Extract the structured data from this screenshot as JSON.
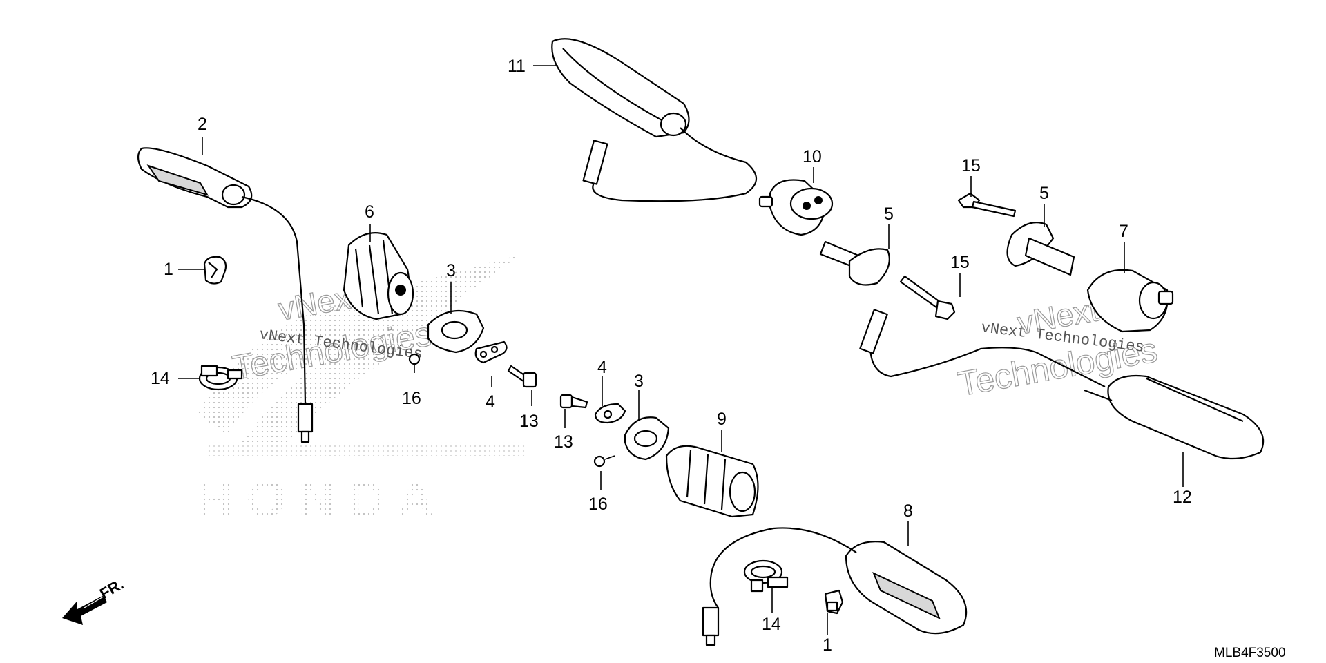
{
  "diagram": {
    "code": "MLB4F3500",
    "direction_label": "FR.",
    "watermark_brand": "HONDA",
    "watermark_text": "vNext Technologies",
    "watermark_line1": "vNext",
    "watermark_line2": "Technologies",
    "callouts": {
      "c1a": "1",
      "c2": "2",
      "c6": "6",
      "c3a": "3",
      "c14a": "14",
      "c16a": "16",
      "c4a": "4",
      "c13a": "13",
      "c4b": "4",
      "c3b": "3",
      "c13b": "13",
      "c9": "9",
      "c16b": "16",
      "c11": "11",
      "c10": "10",
      "c5a": "5",
      "c15a": "15",
      "c5b": "5",
      "c7": "7",
      "c15b": "15",
      "c12": "12",
      "c8": "8",
      "c14b": "14",
      "c1b": "1"
    }
  }
}
